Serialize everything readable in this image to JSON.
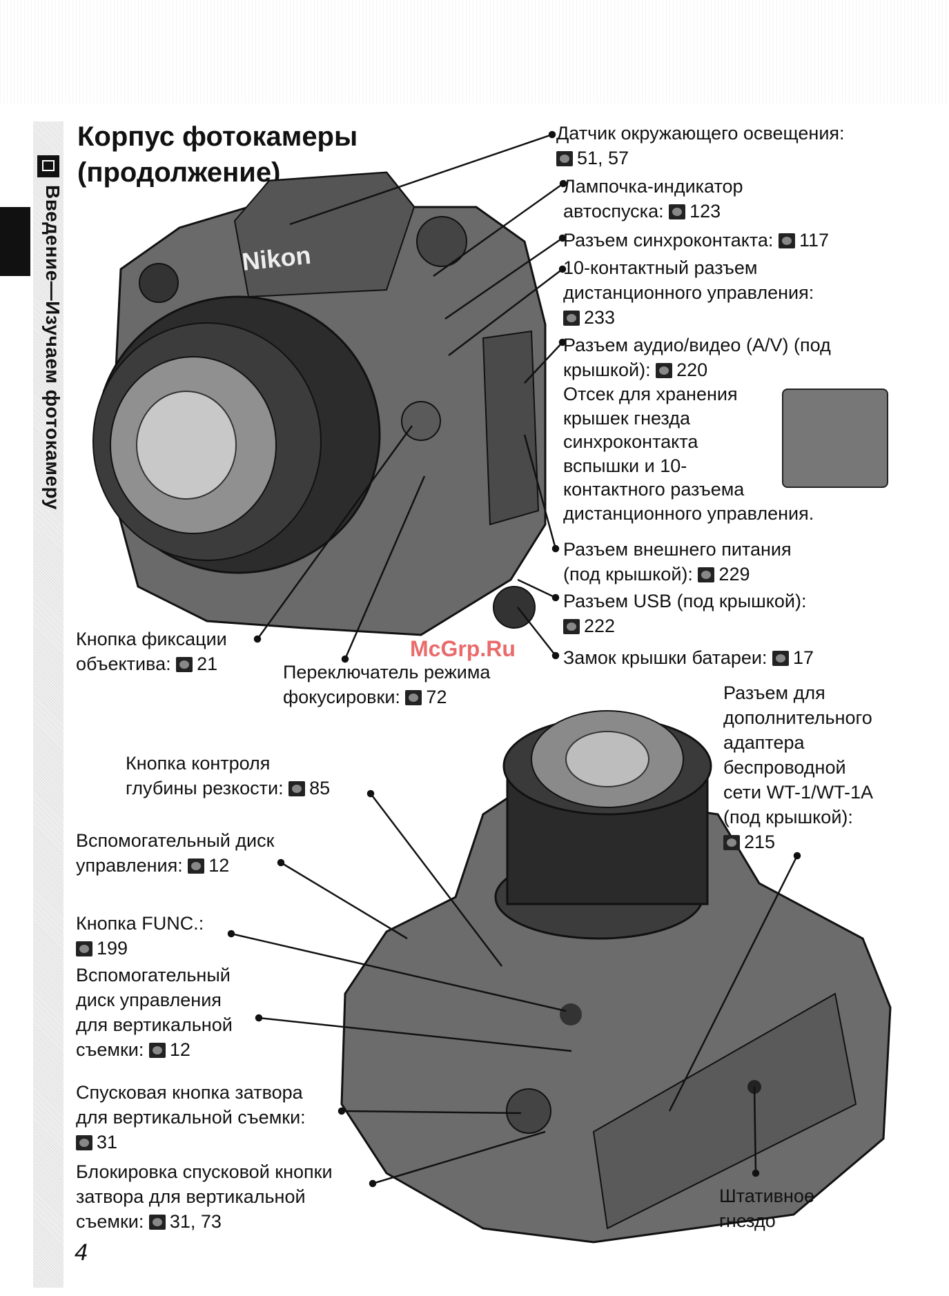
{
  "header": {
    "title_line1": "Корпус фотокамеры",
    "title_line2": "(продолжение)",
    "side_tab": "Введение—Изучаем фотокамеру",
    "page_number": "4",
    "watermark": "McGrp.Ru",
    "camera_brand": "Nikon"
  },
  "top_labels": [
    {
      "id": "ambient-sensor",
      "lines": [
        "Датчик окружающего освещения:"
      ],
      "refs": "51, 57"
    },
    {
      "id": "self-timer-lamp",
      "lines": [
        "Лампочка-индикатор",
        "автоспуска:"
      ],
      "refs": "123"
    },
    {
      "id": "sync-terminal",
      "lines": [
        "Разъем синхроконтакта:"
      ],
      "refs": "117"
    },
    {
      "id": "remote-terminal",
      "lines": [
        "10-контактный разъем",
        "дистанционного управления:"
      ],
      "refs": "233"
    },
    {
      "id": "av-connector",
      "lines": [
        "Разъем аудио/видео (A/V) (под",
        "крышкой):"
      ],
      "refs": "220"
    },
    {
      "id": "cover-storage",
      "lines": [
        "Отсек для хранения",
        "крышек гнезда",
        "синхроконтакта",
        "вспышки и 10-",
        "контактного разъема",
        "дистанционного управления."
      ],
      "refs": ""
    },
    {
      "id": "dc-in",
      "lines": [
        "Разъем внешнего питания",
        "(под крышкой):"
      ],
      "refs": "229"
    },
    {
      "id": "usb",
      "lines": [
        "Разъем USB (под крышкой):"
      ],
      "refs": "222"
    },
    {
      "id": "battery-latch",
      "lines": [
        "Замок крышки батареи:"
      ],
      "refs": "17"
    },
    {
      "id": "lens-release",
      "lines": [
        "Кнопка фиксации",
        "объектива:"
      ],
      "refs": "21"
    },
    {
      "id": "focus-mode",
      "lines": [
        "Переключатель режима",
        "фокусировки:"
      ],
      "refs": "72"
    }
  ],
  "bottom_labels": [
    {
      "id": "wt-connector",
      "lines": [
        "Разъем для",
        "дополнительного",
        "адаптера",
        "беспроводной",
        "сети WT-1/WT-1A",
        "(под крышкой):"
      ],
      "refs": "215"
    },
    {
      "id": "dof-preview",
      "lines": [
        "Кнопка контроля",
        "глубины резкости:"
      ],
      "refs": "85"
    },
    {
      "id": "sub-dial",
      "lines": [
        "Вспомогательный диск",
        "управления:"
      ],
      "refs": "12"
    },
    {
      "id": "func-button",
      "lines": [
        "Кнопка FUNC.:"
      ],
      "refs": "199"
    },
    {
      "id": "vertical-sub-dial",
      "lines": [
        "Вспомогательный",
        "диск управления",
        "для вертикальной",
        "съемки:"
      ],
      "refs": "12"
    },
    {
      "id": "vertical-shutter",
      "lines": [
        "Спусковая кнопка затвора",
        "для вертикальной съемки:"
      ],
      "refs": "31"
    },
    {
      "id": "vertical-lock",
      "lines": [
        "Блокировка спусковой кнопки",
        "затвора для вертикальной",
        "съемки:"
      ],
      "refs": "31, 73"
    },
    {
      "id": "tripod-socket",
      "lines": [
        "Штативное",
        "гнездо"
      ],
      "refs": ""
    }
  ]
}
